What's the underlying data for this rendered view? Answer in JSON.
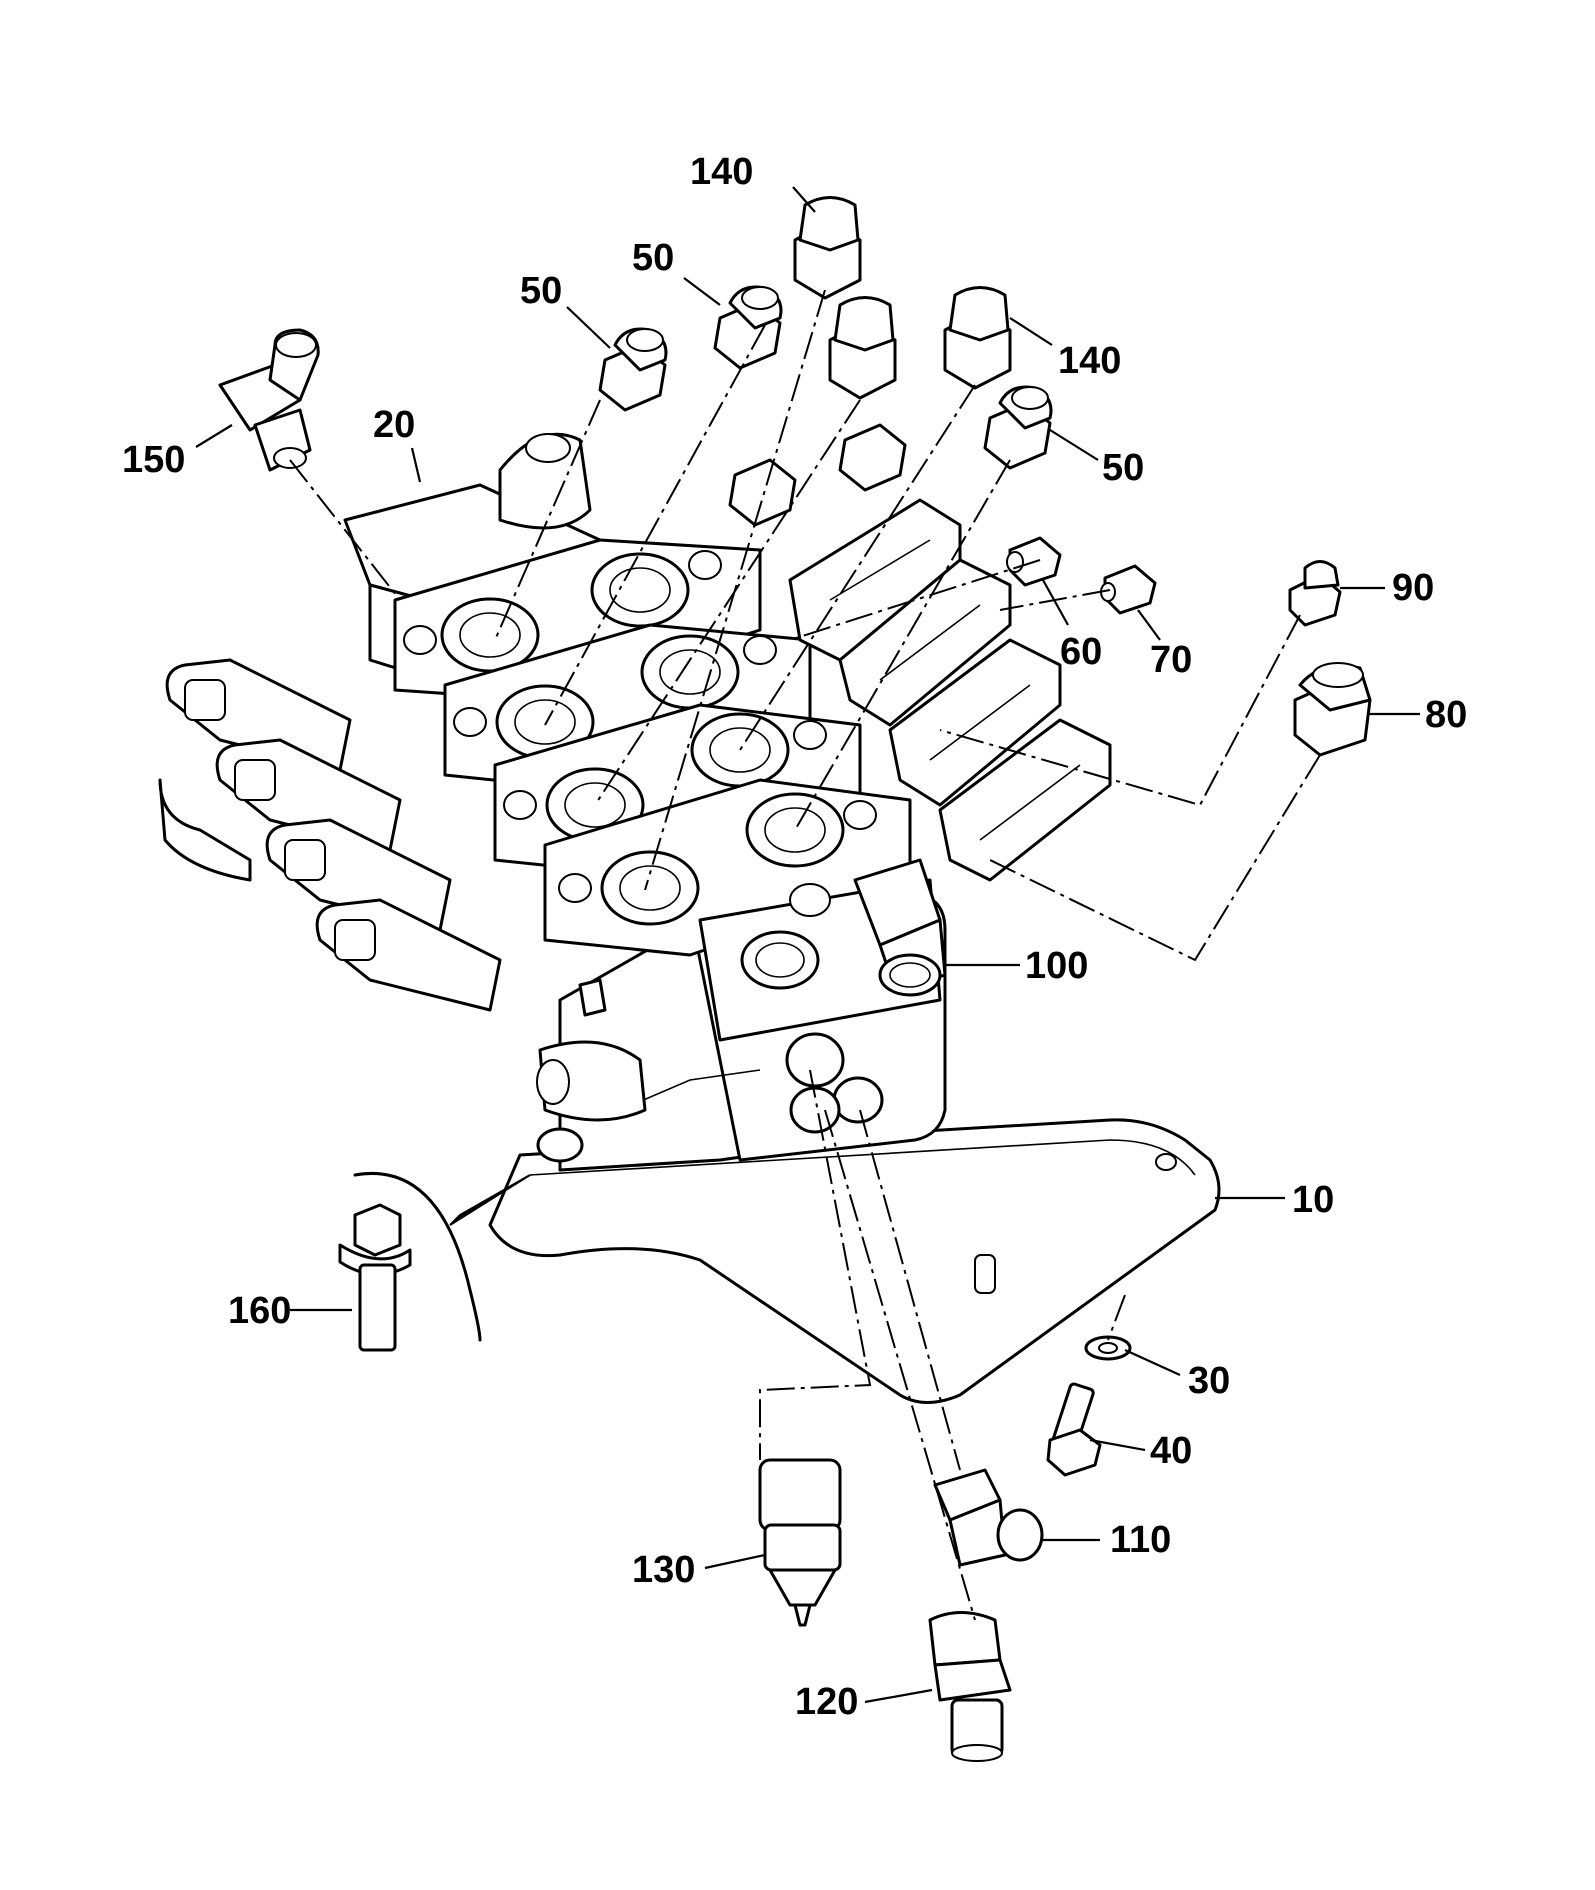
{
  "callouts": [
    {
      "id": "c140a",
      "label": "140"
    },
    {
      "id": "c50a",
      "label": "50"
    },
    {
      "id": "c50b",
      "label": "50"
    },
    {
      "id": "c140b",
      "label": "140"
    },
    {
      "id": "c150",
      "label": "150"
    },
    {
      "id": "c20",
      "label": "20"
    },
    {
      "id": "c50c",
      "label": "50"
    },
    {
      "id": "c60",
      "label": "60"
    },
    {
      "id": "c70",
      "label": "70"
    },
    {
      "id": "c90",
      "label": "90"
    },
    {
      "id": "c80",
      "label": "80"
    },
    {
      "id": "c100",
      "label": "100"
    },
    {
      "id": "c10",
      "label": "10"
    },
    {
      "id": "c160",
      "label": "160"
    },
    {
      "id": "c30",
      "label": "30"
    },
    {
      "id": "c40",
      "label": "40"
    },
    {
      "id": "c110",
      "label": "110"
    },
    {
      "id": "c130",
      "label": "130"
    },
    {
      "id": "c120",
      "label": "120"
    }
  ]
}
